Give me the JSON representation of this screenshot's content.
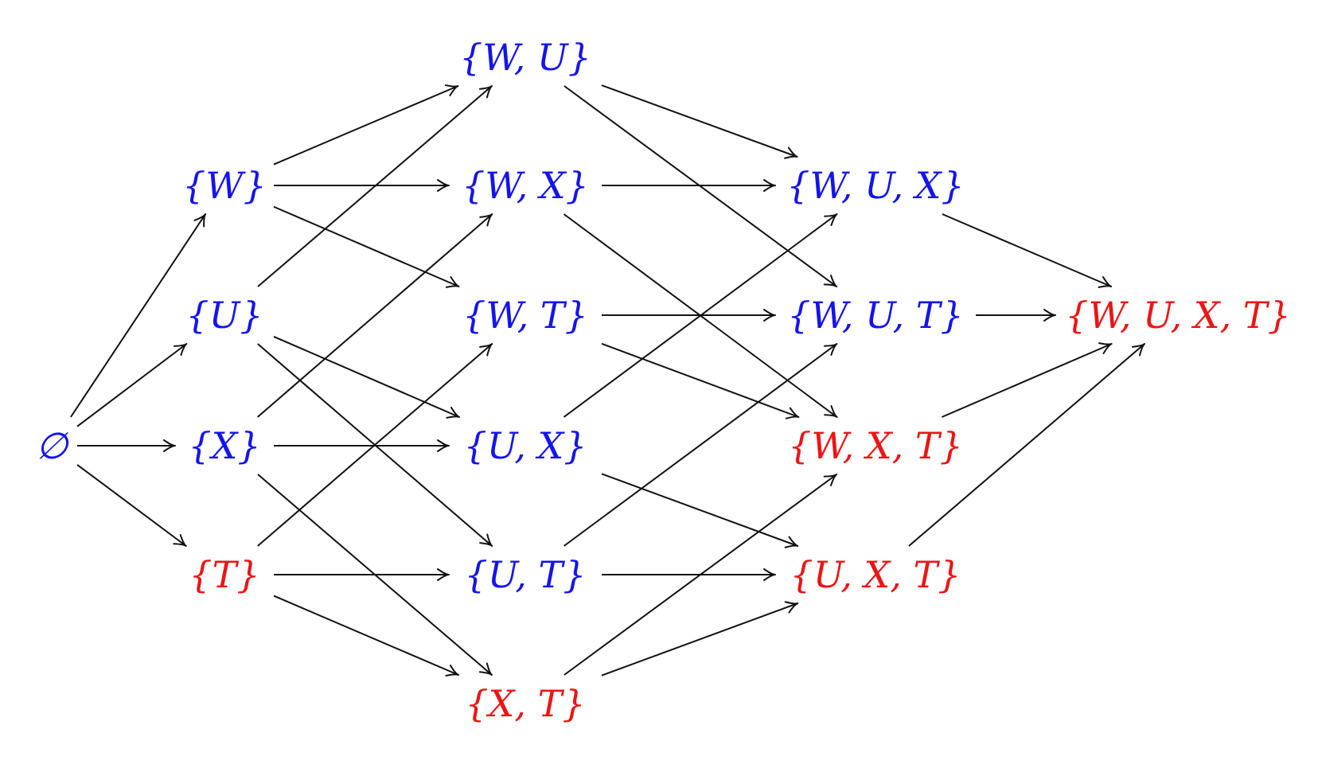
{
  "colors": {
    "blue": "#1414ee",
    "red": "#ee1414",
    "edge": "#111111"
  },
  "nodes": [
    {
      "id": "empty",
      "label": "∅",
      "color": "blue"
    },
    {
      "id": "W",
      "label": "{W}",
      "color": "blue"
    },
    {
      "id": "U",
      "label": "{U}",
      "color": "blue"
    },
    {
      "id": "X",
      "label": "{X}",
      "color": "blue"
    },
    {
      "id": "T",
      "label": "{T}",
      "color": "red"
    },
    {
      "id": "WU",
      "label": "{W, U}",
      "color": "blue"
    },
    {
      "id": "WX",
      "label": "{W, X}",
      "color": "blue"
    },
    {
      "id": "WT",
      "label": "{W, T}",
      "color": "blue"
    },
    {
      "id": "UX",
      "label": "{U, X}",
      "color": "blue"
    },
    {
      "id": "UT",
      "label": "{U, T}",
      "color": "blue"
    },
    {
      "id": "XT",
      "label": "{X, T}",
      "color": "red"
    },
    {
      "id": "WUX",
      "label": "{W, U, X}",
      "color": "blue"
    },
    {
      "id": "WUT",
      "label": "{W, U, T}",
      "color": "blue"
    },
    {
      "id": "WXT",
      "label": "{W, X, T}",
      "color": "red"
    },
    {
      "id": "UXT",
      "label": "{U, X, T}",
      "color": "red"
    },
    {
      "id": "WUXT",
      "label": "{W, U, X, T}",
      "color": "red"
    }
  ],
  "edges": [
    [
      "empty",
      "W"
    ],
    [
      "empty",
      "U"
    ],
    [
      "empty",
      "X"
    ],
    [
      "empty",
      "T"
    ],
    [
      "W",
      "WU"
    ],
    [
      "W",
      "WX"
    ],
    [
      "W",
      "WT"
    ],
    [
      "U",
      "WU"
    ],
    [
      "U",
      "UX"
    ],
    [
      "U",
      "UT"
    ],
    [
      "X",
      "WX"
    ],
    [
      "X",
      "UX"
    ],
    [
      "X",
      "XT"
    ],
    [
      "T",
      "WT"
    ],
    [
      "T",
      "UT"
    ],
    [
      "T",
      "XT"
    ],
    [
      "WU",
      "WUX"
    ],
    [
      "WU",
      "WUT"
    ],
    [
      "WX",
      "WUX"
    ],
    [
      "WX",
      "WXT"
    ],
    [
      "WT",
      "WUT"
    ],
    [
      "WT",
      "WXT"
    ],
    [
      "UX",
      "WUX"
    ],
    [
      "UX",
      "UXT"
    ],
    [
      "UT",
      "WUT"
    ],
    [
      "UT",
      "UXT"
    ],
    [
      "XT",
      "WXT"
    ],
    [
      "XT",
      "UXT"
    ],
    [
      "WUX",
      "WUXT"
    ],
    [
      "WUT",
      "WUXT"
    ],
    [
      "WXT",
      "WUXT"
    ],
    [
      "UXT",
      "WUXT"
    ]
  ]
}
